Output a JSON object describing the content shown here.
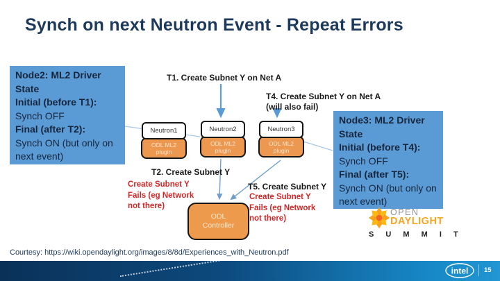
{
  "title": "Synch on next Neutron Event - Repeat Errors",
  "node2_box": {
    "title": "Node2: ML2 Driver State",
    "initial_label": "Initial (before T1):",
    "initial_value": "Synch OFF",
    "final_label": "Final (after T2):",
    "final_value": "Synch ON (but only on next event)"
  },
  "node3_box": {
    "title": "Node3: ML2 Driver State",
    "initial_label": "Initial (before T4):",
    "initial_value": "Synch OFF",
    "final_label": "Final (after T5):",
    "final_value": "Synch ON (but only on next event)"
  },
  "events": {
    "t1": "T1. Create Subnet Y on Net A",
    "t2": "T2. Create Subnet Y",
    "t4": "T4. Create Subnet Y on Net A (will also fail)",
    "t5": "T5. Create Subnet Y",
    "fail_left": "Create Subnet Y Fails (eg Network not there)",
    "fail_right": "Create Subnet Y Fails (eg Network not there)"
  },
  "nodes": [
    {
      "name": "Neutron1",
      "plugin": "ODL ML2 plugin"
    },
    {
      "name": "Neutron2",
      "plugin": "ODL ML2 plugin"
    },
    {
      "name": "Neutron3",
      "plugin": "ODL ML2 plugin"
    }
  ],
  "controller": {
    "label": "ODL Controller"
  },
  "odl_logo": {
    "open": "OPEN",
    "daylight": "DAYLIGHT",
    "summit": "S U M M I T"
  },
  "footer": {
    "courtesy": "Courtesy: https://wiki.opendaylight.org/images/8/8d/Experiences_with_Neutron.pdf",
    "brand": "intel",
    "page": "15"
  },
  "colors": {
    "accent_blue_box": "#5b9bd5",
    "orange_box": "#ed9850",
    "arrow_blue": "#5b9bd5",
    "connector_light_blue": "#a9c7e2",
    "fail_red": "#d02828",
    "title_navy": "#1d3a5c",
    "footer_gradient_left": "#0a3158",
    "footer_gradient_right": "#2196d2"
  }
}
